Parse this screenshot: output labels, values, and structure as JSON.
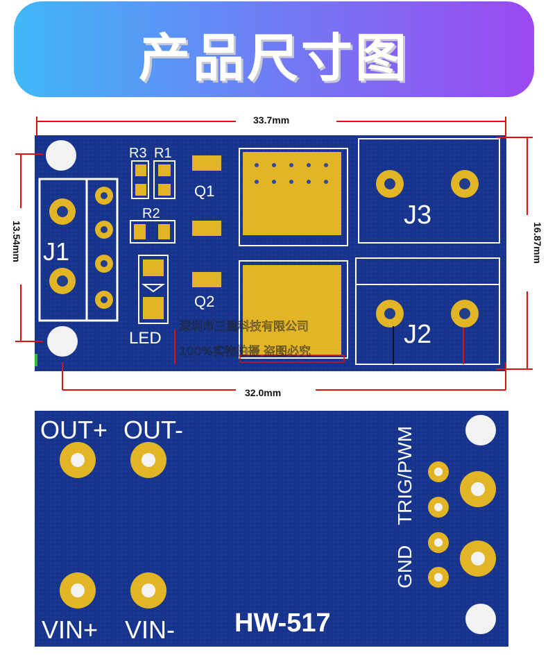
{
  "banner": {
    "title": "产品尺寸图"
  },
  "dimensions": {
    "top_width": "33.7mm",
    "bottom_width": "32.0mm",
    "left_height": "13.54mm",
    "right_height": "16.87mm"
  },
  "front_silkscreen": {
    "r3": "R3",
    "r1": "R1",
    "r2": "R2",
    "q1": "Q1",
    "q2": "Q2",
    "led": "LED",
    "j1": "J1",
    "j2": "J2",
    "j3": "J3"
  },
  "watermark": {
    "line1": "深圳市三凰科技有限公司",
    "line2": "100%实物拍摄 盗图必究"
  },
  "back_silkscreen": {
    "out_plus": "OUT+",
    "out_minus": "OUT-",
    "vin_plus": "VIN+",
    "vin_minus": "VIN-",
    "model": "HW-517",
    "trig_pwm": "TRIG/PWM",
    "gnd": "GND"
  },
  "colors": {
    "pcb_blue": "#17348a",
    "pad_gold": "#e2b526",
    "dimension_red": "#e01010",
    "banner_start": "#3fb8f7",
    "banner_end": "#9b49f0"
  }
}
